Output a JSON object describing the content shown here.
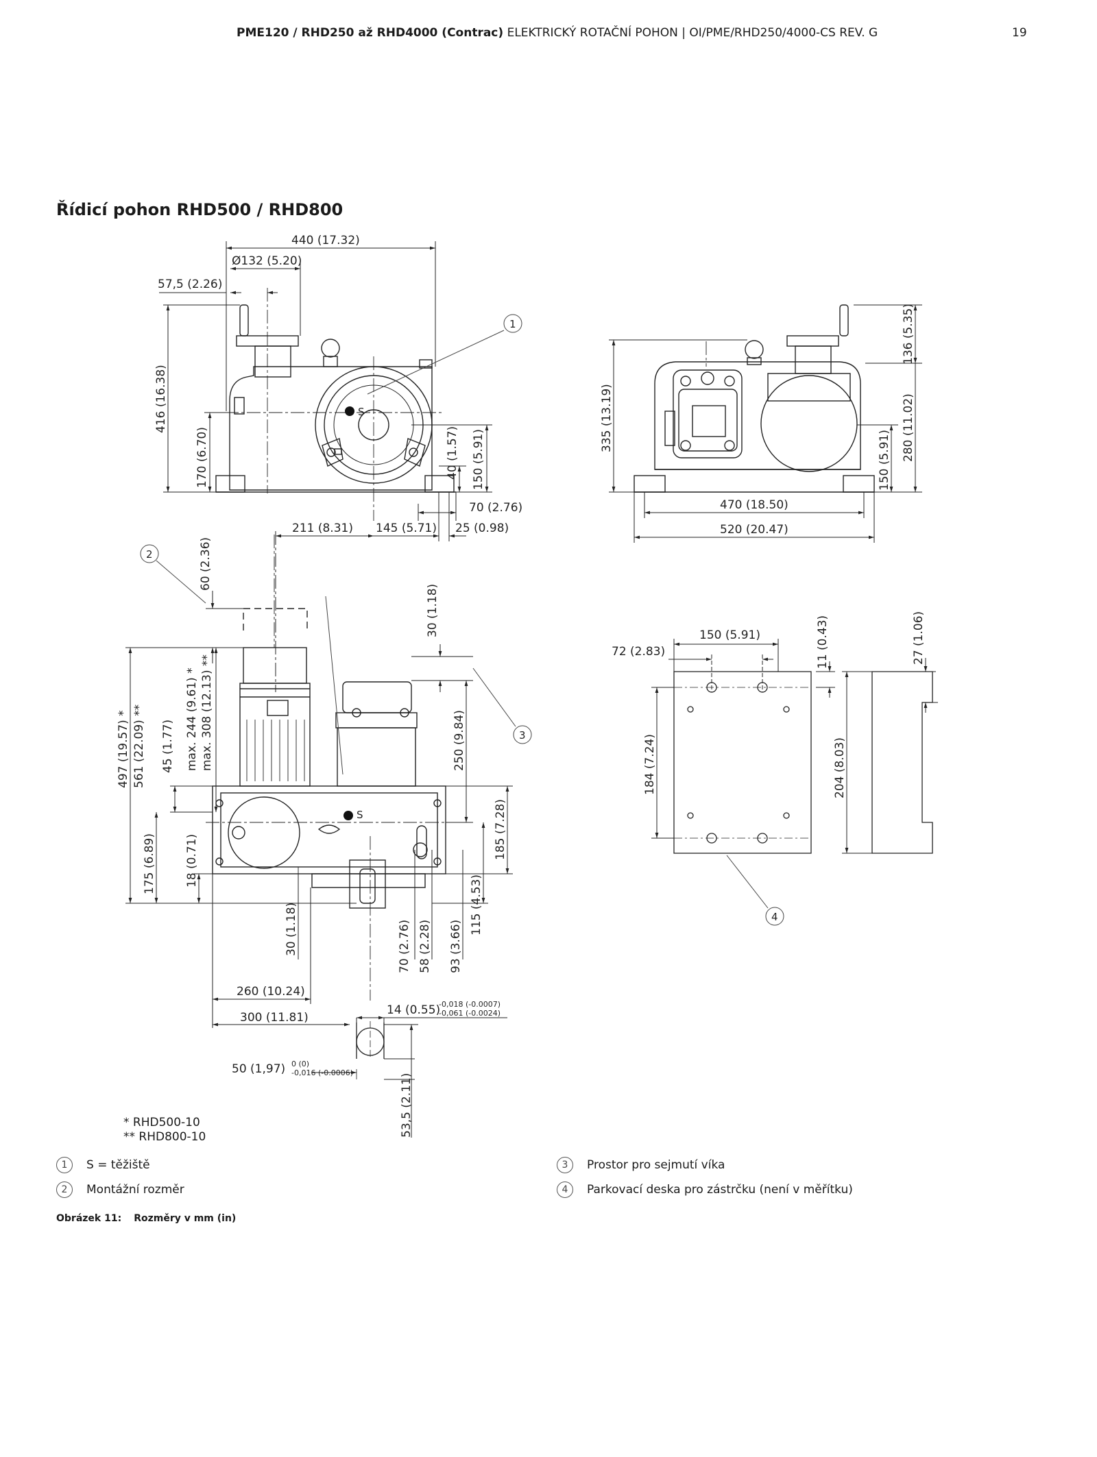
{
  "header": {
    "title_bold": "PME120 / RHD250 až RHD4000 (Contrac)",
    "title_rest": " ELEKTRICKÝ ROTAČNÍ POHON  |  OI/PME/RHD250/4000-CS REV. G",
    "page_number": "19"
  },
  "section": {
    "title": "Řídicí pohon RHD500 / RHD800"
  },
  "dimensions": {
    "front": {
      "width_total": "440 (17.32)",
      "diameter": "Ø132 (5.20)",
      "handwheel_offset": "57,5 (2.26)",
      "height_total": "416 (16.38)",
      "height_axis": "170 (6.70)",
      "dim_40": "40 (1.57)",
      "dim_150": "150 (5.91)",
      "dim_70": "70 (2.76)",
      "dim_211": "211 (8.31)",
      "dim_145": "145 (5.71)",
      "dim_25": "25 (0.98)"
    },
    "side": {
      "height_total": "335 (13.19)",
      "handwheel_height": "136 (5.35)",
      "dim_280": "280 (11.02)",
      "dim_150": "150 (5.91)",
      "width_470": "470 (18.50)",
      "width_520": "520 (20.47)"
    },
    "top": {
      "dim_60": "60 (2.36)",
      "dim_30_top": "30 (1.18)",
      "dim_497": "497 (19.57) *",
      "dim_561": "561 (22.09) **",
      "dim_45": "45 (1.77)",
      "dim_max244": "max. 244 (9.61) *",
      "dim_max308": "max. 308 (12.13) **",
      "dim_250": "250 (9.84)",
      "dim_175": "175 (6.89)",
      "dim_18": "18 (0.71)",
      "dim_185": "185 (7.28)",
      "dim_115": "115 (4.53)",
      "dim_30_bottom": "30 (1.18)",
      "dim_70": "70 (2.76)",
      "dim_58": "58 (2.28)",
      "dim_93": "93 (3.66)",
      "dim_260": "260 (10.24)",
      "dim_300": "300 (11.81)",
      "dim_14": "14 (0.55)",
      "tol_14_upper": "-0,018 (-0.0007)",
      "tol_14_lower": "-0,061 (-0.0024)",
      "dim_50": "50 (1,97)",
      "tol_50_upper": "0 (0)",
      "tol_50_lower": "-0,016 (-0.0006)",
      "dim_53": "53,5 (2.11)"
    },
    "plate": {
      "dim_150": "150 (5.91)",
      "dim_72": "72 (2.83)",
      "dim_11": "11 (0.43)",
      "dim_27": "27 (1.06)",
      "dim_184": "184 (7.24)",
      "dim_204": "204 (8.03)"
    },
    "centre_label": "S"
  },
  "callouts": {
    "c1": "1",
    "c2": "2",
    "c3": "3",
    "c4": "4"
  },
  "footnotes": {
    "star1": "*  RHD500-10",
    "star2": "** RHD800-10"
  },
  "legend": [
    {
      "num": "1",
      "text": "S = těžiště"
    },
    {
      "num": "2",
      "text": "Montážní rozměr"
    },
    {
      "num": "3",
      "text": "Prostor pro sejmutí víka"
    },
    {
      "num": "4",
      "text": "Parkovací deska pro zástrčku (není v měřítku)"
    }
  ],
  "caption": {
    "label": "Obrázek 11:",
    "text": "Rozměry v mm (in)"
  }
}
